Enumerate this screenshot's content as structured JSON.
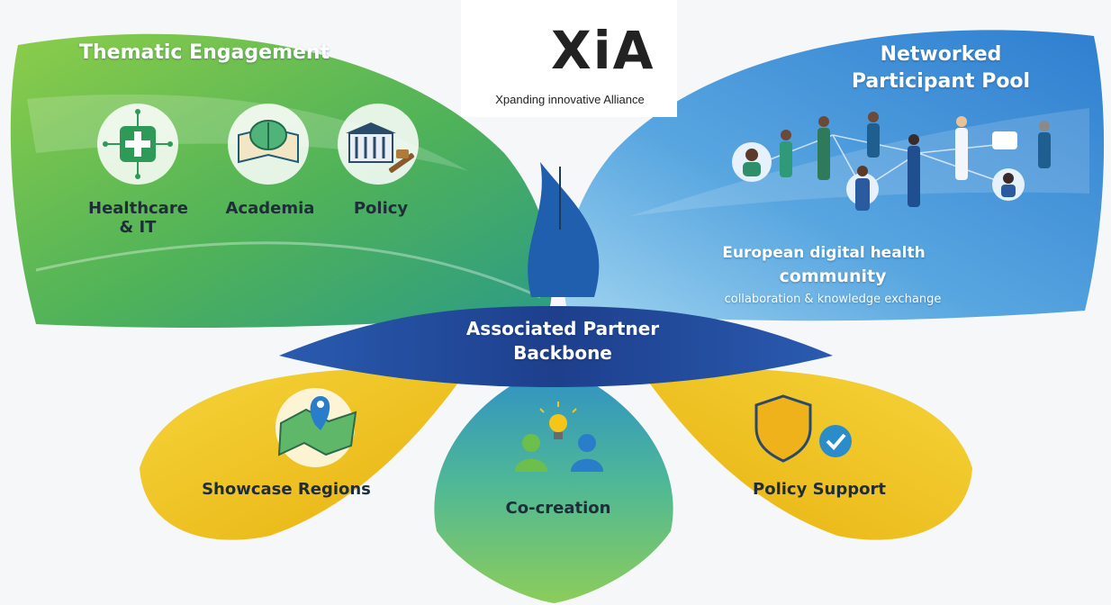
{
  "logo": {
    "wordmark": "XiA",
    "tagline": "Xpanding innovative Alliance"
  },
  "thematic": {
    "title": "Thematic Engagement",
    "items": [
      {
        "label": "Healthcare\n& IT",
        "icon": "medical-cross-circuit-icon"
      },
      {
        "label": "Academia",
        "icon": "brain-book-icon"
      },
      {
        "label": "Policy",
        "icon": "courthouse-gavel-icon"
      }
    ]
  },
  "network": {
    "title_line1": "Networked",
    "title_line2": "Participant Pool",
    "community_line1": "European digital health",
    "community_line2": "community",
    "community_line3": "collaboration & knowledge exchange"
  },
  "backbone": {
    "line1": "Associated Partner",
    "line2": "Backbone"
  },
  "petals": {
    "showcase": {
      "label": "Showcase Regions",
      "icon": "map-pin-icon"
    },
    "cocreation": {
      "label": "Co-creation",
      "icon": "lightbulb-people-icon"
    },
    "policy_support": {
      "label": "Policy Support",
      "icon": "shield-check-icon"
    }
  },
  "colors": {
    "green": "#5fb344",
    "teal": "#2a9d8f",
    "blue": "#1f6fb5",
    "navy": "#1e3f8a",
    "yellow": "#f2c21b"
  }
}
